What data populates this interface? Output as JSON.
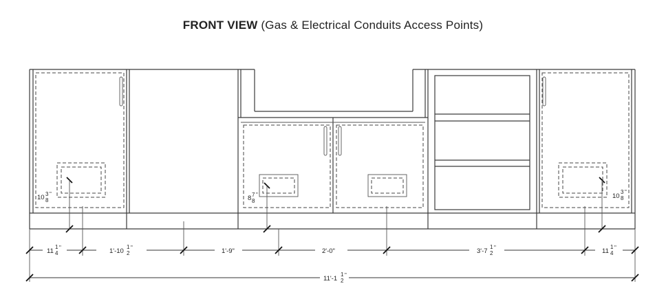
{
  "title": {
    "bold": "FRONT VIEW",
    "rest": " (Gas & Electrical Conduits Access Points)"
  },
  "dimensions": {
    "row1": [
      {
        "whole": "11",
        "num": "1",
        "den": "4",
        "unit": "\""
      },
      {
        "whole": "1'-10",
        "num": "1",
        "den": "2",
        "unit": "\""
      },
      {
        "whole": "1'-9\"",
        "num": "",
        "den": "",
        "unit": ""
      },
      {
        "whole": "2'-0\"",
        "num": "",
        "den": "",
        "unit": ""
      },
      {
        "whole": "3'-7",
        "num": "1",
        "den": "2",
        "unit": "\""
      },
      {
        "whole": "11",
        "num": "1",
        "den": "4",
        "unit": "\""
      }
    ],
    "total": {
      "whole": "11'-1",
      "num": "1",
      "den": "2",
      "unit": "\""
    },
    "left_box": {
      "whole": "10",
      "num": "3",
      "den": "8",
      "unit": "\""
    },
    "mid_box": {
      "whole": "8",
      "num": "7",
      "den": "8",
      "unit": "\""
    },
    "right_box": {
      "whole": "10",
      "num": "3",
      "den": "8",
      "unit": "\""
    }
  }
}
